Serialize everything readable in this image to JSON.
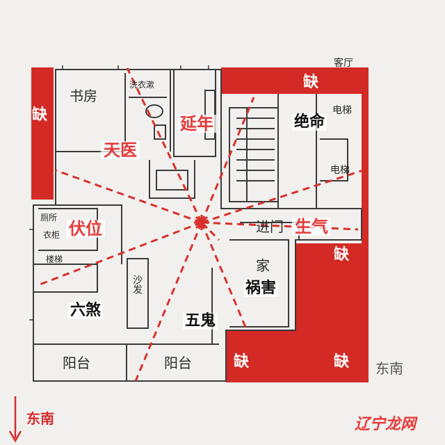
{
  "diagram": {
    "missing_corner_label": "缺",
    "zones": {
      "tianyi": "天医",
      "yannian": "延年",
      "jueming": "绝命",
      "fuwei": "伏位",
      "shengqi": "生气",
      "huohai": "祸害",
      "liusha": "六煞",
      "wugui": "五鬼"
    },
    "rooms": {
      "study": "书房",
      "bathroom": "洗衣漱",
      "toilet": "厕所",
      "wardrobe": "衣柜",
      "stairs": "楼梯",
      "elevator_1": "电梯",
      "elevator_2": "电梯",
      "entrance": "进门",
      "sofa": "沙发",
      "home": "家",
      "balcony_1": "阳台",
      "balcony_2": "阳台",
      "top_note": "客厅"
    },
    "side_note": "东南",
    "compass": {
      "arrow": "↓",
      "label": "东南"
    },
    "watermark": "辽宁龙网",
    "colors": {
      "missing_red": "#d42a26",
      "dashed_line": "#d8312c",
      "zone_label_red": "#e43a3a",
      "pencil": "#3a3a3a",
      "paper": "#f1f0ee"
    }
  }
}
